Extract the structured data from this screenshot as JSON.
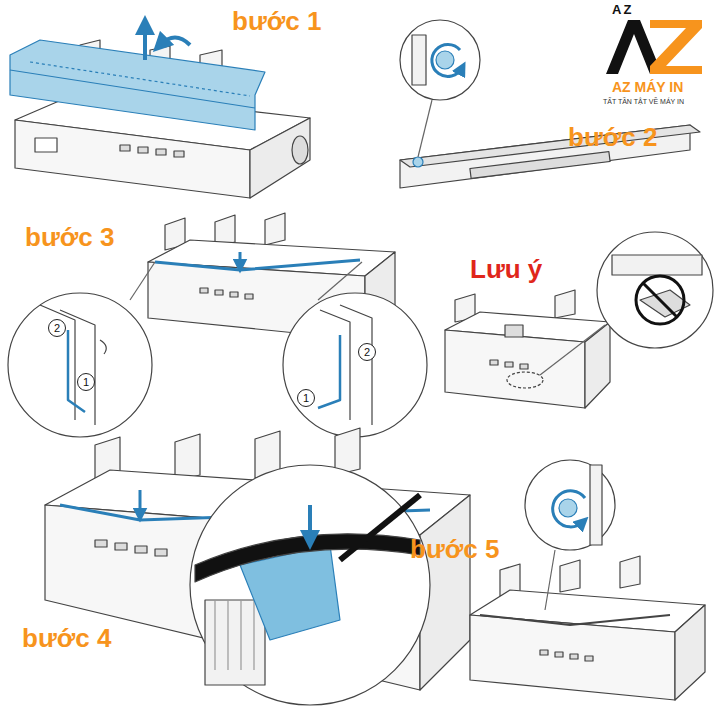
{
  "diagram": {
    "nodes": [
      {
        "text": [
          "2"
        ]
      },
      {
        "text": [
          "1"
        ]
      },
      {
        "text": [
          "2"
        ]
      },
      {
        "text": [
          "1"
        ]
      }
    ],
    "labels": [
      "bước 1",
      "AZ",
      "AZ MÁY IN",
      "TẤT TẦN TẬT VỀ MÁY IN",
      "bước 2",
      "bước 3",
      "Lưu ý",
      "bước 4",
      "bước 5"
    ]
  }
}
